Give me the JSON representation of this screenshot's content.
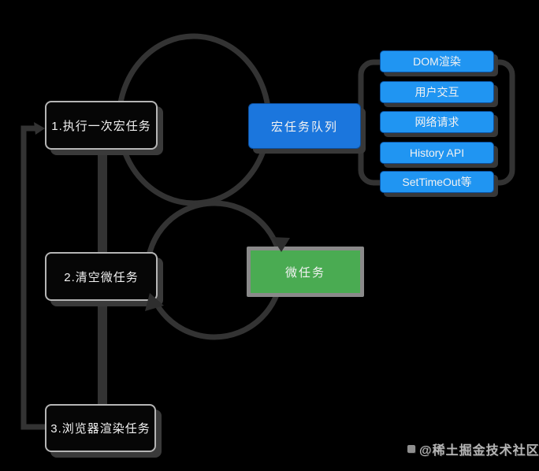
{
  "diagram": {
    "title_semantic": "browser-event-loop-flow",
    "steps": [
      {
        "label": "1.执行一次宏任务"
      },
      {
        "label": "2.清空微任务"
      },
      {
        "label": "3.浏览器渲染任务"
      }
    ],
    "macro_queue": {
      "label": "宏任务队列"
    },
    "micro_queue": {
      "label": "微任务"
    },
    "macro_task_types": [
      {
        "label": "DOM渲染"
      },
      {
        "label": "用户交互"
      },
      {
        "label": "网络请求"
      },
      {
        "label": "History API"
      },
      {
        "label": "SetTimeOut等"
      }
    ],
    "watermark": {
      "text": "@稀土掘金技术社区"
    },
    "colors": {
      "background": "#000000",
      "line": "#333333",
      "step_box_fill": "#060606",
      "step_box_border": "#b5b5b5",
      "macro_queue_fill": "#1b76dd",
      "task_item_fill": "#2095f2",
      "micro_queue_fill": "#4aab52",
      "micro_queue_border": "#8a8a8a",
      "shadow": "#3a3a3a",
      "text": "#f2f2f2",
      "watermark_text": "#b5b5b5"
    }
  }
}
